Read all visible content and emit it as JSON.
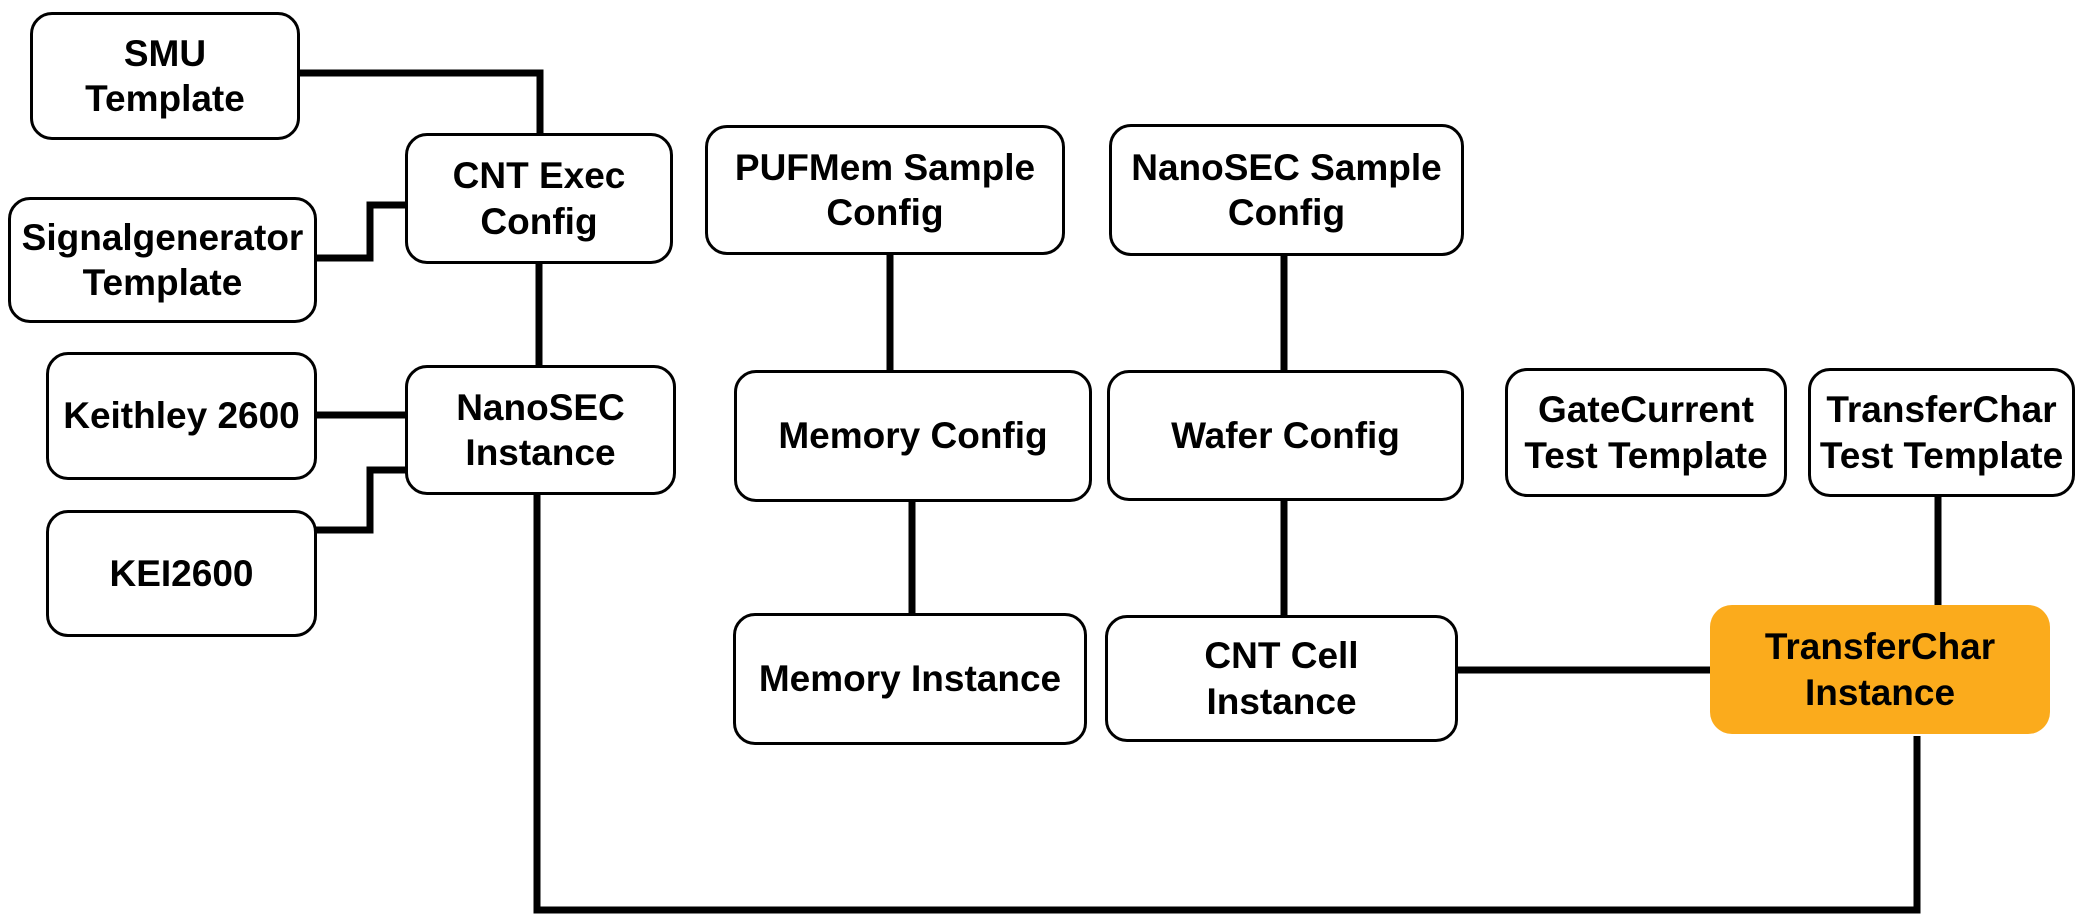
{
  "diagram": {
    "colors": {
      "background": "#ffffff",
      "node_fill": "#ffffff",
      "node_border": "#000000",
      "connector": "#000000",
      "text": "#000000",
      "highlight_fill": "#FBAB1C"
    },
    "highlighted_node": "TransferChar Instance",
    "nodes": [
      {
        "id": "smu-template",
        "label": "SMU Template",
        "highlighted": false
      },
      {
        "id": "cnt-exec-config",
        "label": "CNT Exec\nConfig",
        "highlighted": false
      },
      {
        "id": "signalgenerator-template",
        "label": "Signalgenerator\nTemplate",
        "highlighted": false
      },
      {
        "id": "keithley-2600",
        "label": "Keithley 2600",
        "highlighted": false
      },
      {
        "id": "nanosec-instance",
        "label": "NanoSEC\nInstance",
        "highlighted": false
      },
      {
        "id": "kei2600",
        "label": "KEI2600",
        "highlighted": false
      },
      {
        "id": "pufmem-sample-config",
        "label": "PUFMem Sample\nConfig",
        "highlighted": false
      },
      {
        "id": "memory-config",
        "label": "Memory Config",
        "highlighted": false
      },
      {
        "id": "memory-instance",
        "label": "Memory Instance",
        "highlighted": false
      },
      {
        "id": "nanosec-sample-config",
        "label": "NanoSEC Sample\nConfig",
        "highlighted": false
      },
      {
        "id": "wafer-config",
        "label": "Wafer Config",
        "highlighted": false
      },
      {
        "id": "cnt-cell-instance",
        "label": "CNT Cell\nInstance",
        "highlighted": false
      },
      {
        "id": "gatecurrent-test-template",
        "label": "GateCurrent\nTest Template",
        "highlighted": false
      },
      {
        "id": "transferchar-test-template",
        "label": "TransferChar\nTest Template",
        "highlighted": false
      },
      {
        "id": "transferchar-instance",
        "label": "TransferChar\nInstance",
        "highlighted": true
      }
    ],
    "edges": [
      {
        "from": "SMU Template",
        "to": "CNT Exec Config"
      },
      {
        "from": "Signalgenerator Template",
        "to": "CNT Exec Config"
      },
      {
        "from": "CNT Exec Config",
        "to": "NanoSEC Instance"
      },
      {
        "from": "Keithley 2600",
        "to": "NanoSEC Instance"
      },
      {
        "from": "KEI2600",
        "to": "NanoSEC Instance"
      },
      {
        "from": "NanoSEC Instance",
        "to": "TransferChar Instance"
      },
      {
        "from": "PUFMem Sample Config",
        "to": "Memory Config"
      },
      {
        "from": "Memory Config",
        "to": "Memory Instance"
      },
      {
        "from": "NanoSEC Sample Config",
        "to": "Wafer Config"
      },
      {
        "from": "Wafer Config",
        "to": "CNT Cell Instance"
      },
      {
        "from": "CNT Cell Instance",
        "to": "TransferChar Instance"
      },
      {
        "from": "TransferChar Test Template",
        "to": "TransferChar Instance"
      }
    ]
  }
}
